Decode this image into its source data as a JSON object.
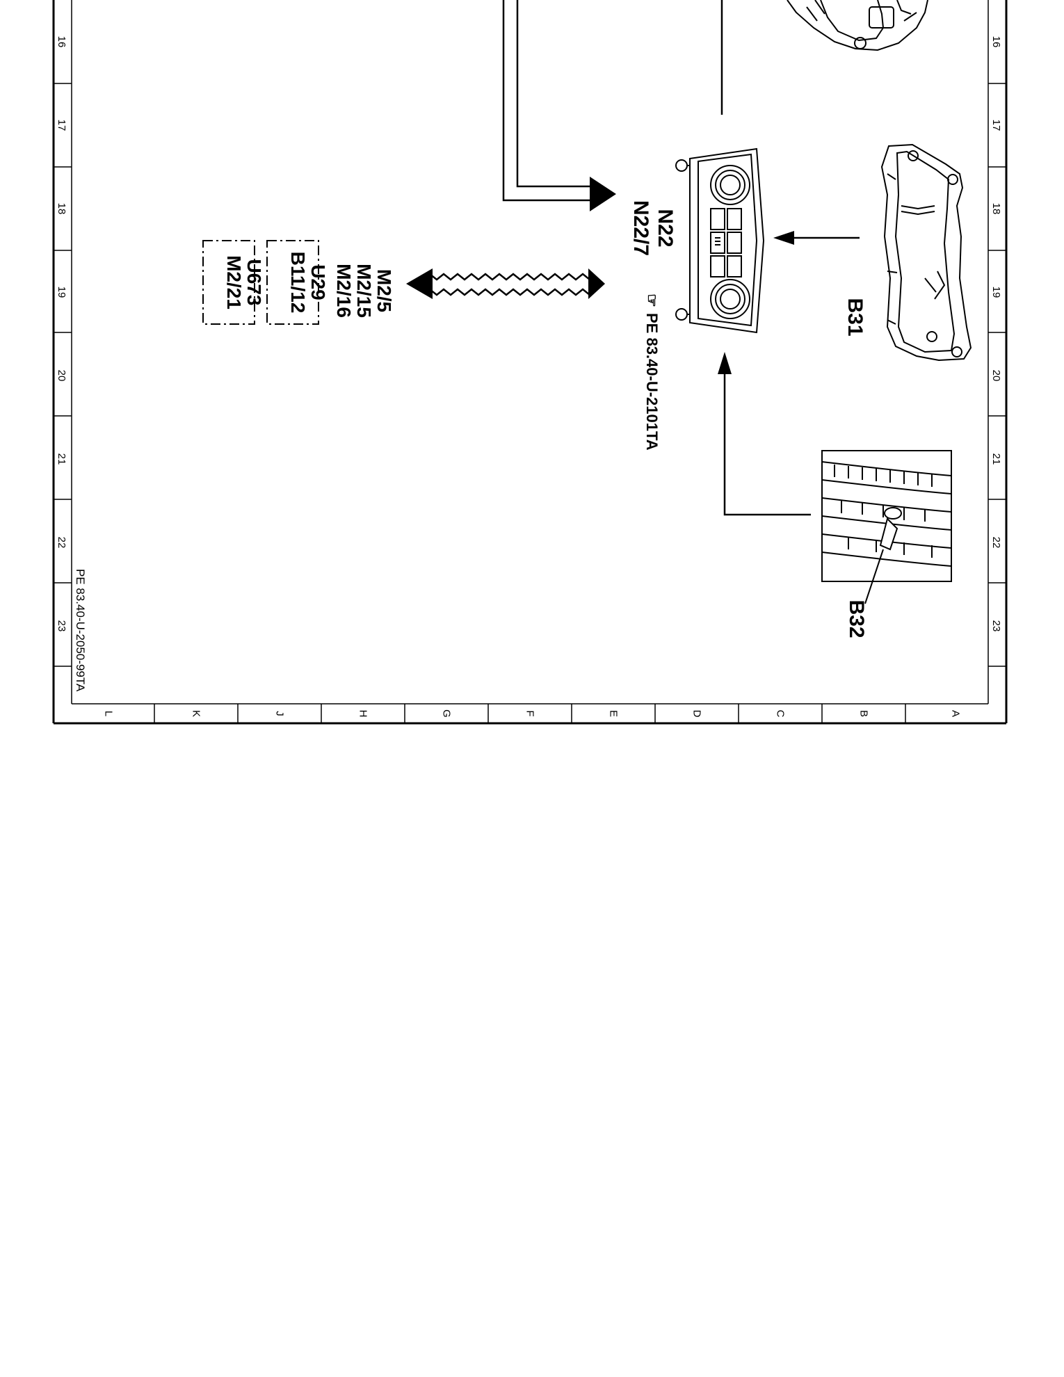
{
  "grid": {
    "row_numbers": [
      "16",
      "17",
      "18",
      "19",
      "20",
      "21",
      "22",
      "23"
    ],
    "column_letters": [
      "L",
      "K",
      "J",
      "H",
      "G",
      "F",
      "E",
      "D",
      "C",
      "B",
      "A"
    ]
  },
  "components": {
    "climate_control": {
      "label_1": "N22",
      "label_2": "N22/7"
    },
    "sensor_b31": {
      "label": "B31"
    },
    "sensor_b32": {
      "label": "B32"
    }
  },
  "reference": {
    "symbol": "☞",
    "text": "PE 83.40-U-2101TA"
  },
  "bus_modules": {
    "plain": [
      "M2/5",
      "M2/15",
      "M2/16"
    ],
    "group_1": [
      "U29",
      "B11/12"
    ],
    "group_2": [
      "U673",
      "M2/21"
    ]
  },
  "document_id": "PE 83.40-U-2050-99TA"
}
